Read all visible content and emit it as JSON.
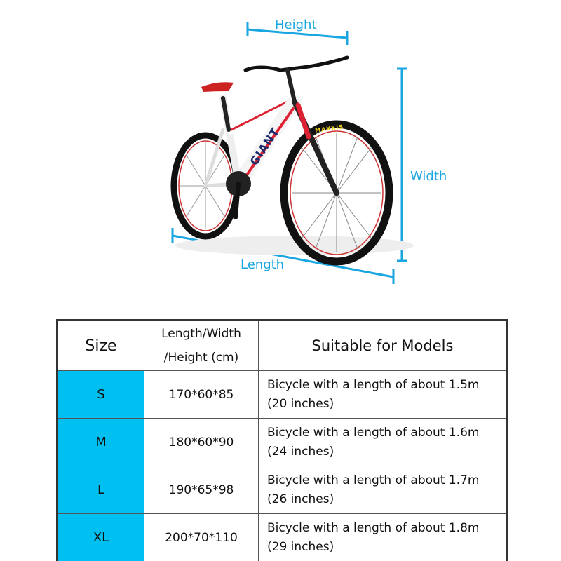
{
  "dimensions": {
    "height": "Height",
    "width": "Width",
    "length": "Length"
  },
  "bike_logo_text": [
    "GIANT",
    "MAXXIS"
  ],
  "colors": {
    "accent": "#1aa6e0",
    "size_cell": "#00c0f2"
  },
  "table": {
    "headers": {
      "size": "Size",
      "dims_line1": "Length/Width",
      "dims_line2": "/Height (cm)",
      "models": "Suitable for Models"
    },
    "rows": [
      {
        "size": "S",
        "dims": "170*60*85",
        "model_line1": "Bicycle with a length of about 1.5m",
        "model_line2": "(20 inches)"
      },
      {
        "size": "M",
        "dims": "180*60*90",
        "model_line1": "Bicycle with a length of about 1.6m",
        "model_line2": "(24 inches)"
      },
      {
        "size": "L",
        "dims": "190*65*98",
        "model_line1": "Bicycle with a length of about 1.7m",
        "model_line2": "(26 inches)"
      },
      {
        "size": "XL",
        "dims": "200*70*110",
        "model_line1": "Bicycle with a length of about 1.8m",
        "model_line2": "(29 inches)"
      }
    ]
  }
}
